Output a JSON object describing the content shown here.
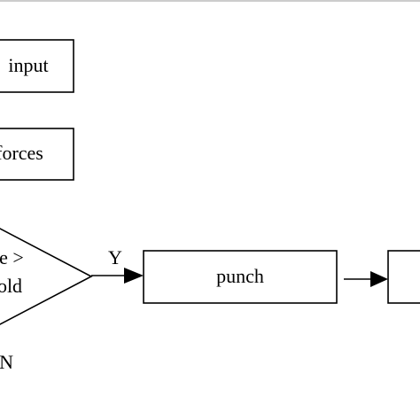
{
  "diagram": {
    "nodes": {
      "input_box": {
        "label": "input"
      },
      "forces_box": {
        "label": "forces"
      },
      "decision": {
        "line1": "e >",
        "line2": "old"
      },
      "punch_box": {
        "label": "punch"
      },
      "right_box": {
        "label": ""
      }
    },
    "edges": {
      "yes_label": "Y",
      "no_label": "N"
    },
    "colors": {
      "stroke": "#000000",
      "fill": "#ffffff",
      "top_rule": "#9a9a9a"
    }
  }
}
